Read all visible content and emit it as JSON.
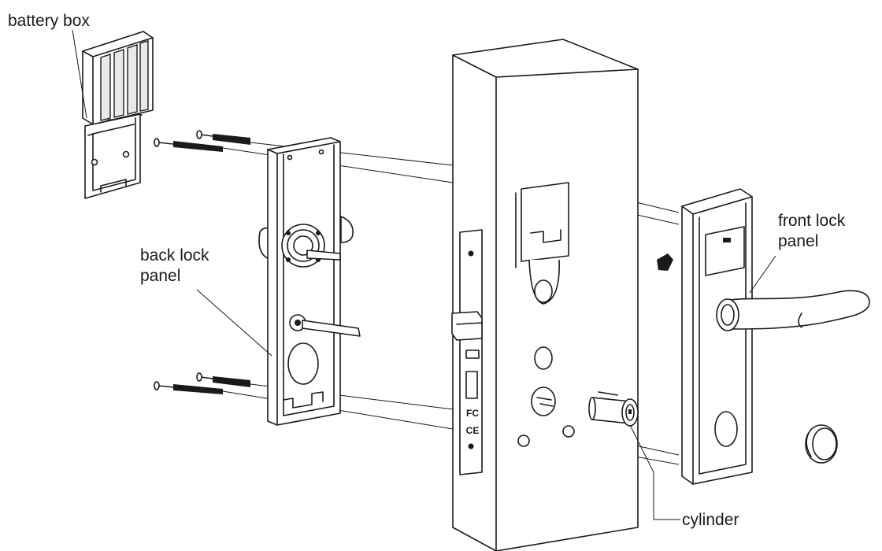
{
  "labels": {
    "battery_box": "battery box",
    "back_lock_panel_line1": "back lock",
    "back_lock_panel_line2": "panel",
    "front_lock_panel_line1": "front lock",
    "front_lock_panel_line2": "panel",
    "cylinder": "cylinder"
  },
  "marks": {
    "fc": "FC",
    "ce": "CE"
  },
  "colors": {
    "stroke": "#1a1a1a",
    "background": "#ffffff",
    "panel_shade": "#e9e9e9"
  }
}
